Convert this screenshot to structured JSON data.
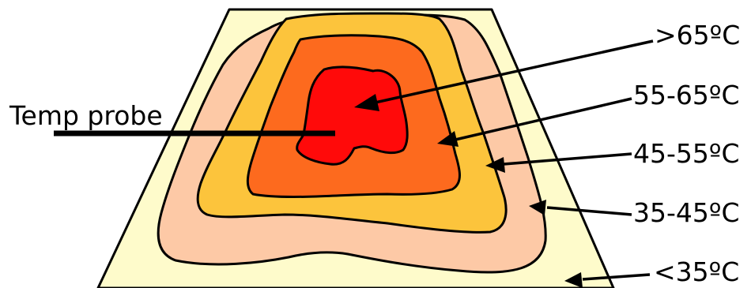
{
  "probe": {
    "label": "Temp probe"
  },
  "zones": [
    {
      "label": ">65ºC",
      "color": "#ff0a0a"
    },
    {
      "label": "55-65ºC",
      "color": "#fd6a1e"
    },
    {
      "label": "45-55ºC",
      "color": "#fcc43c"
    },
    {
      "label": "35-45ºC",
      "color": "#fdc9a6"
    },
    {
      "label": "<35ºC",
      "color": "#fefbcb"
    }
  ]
}
